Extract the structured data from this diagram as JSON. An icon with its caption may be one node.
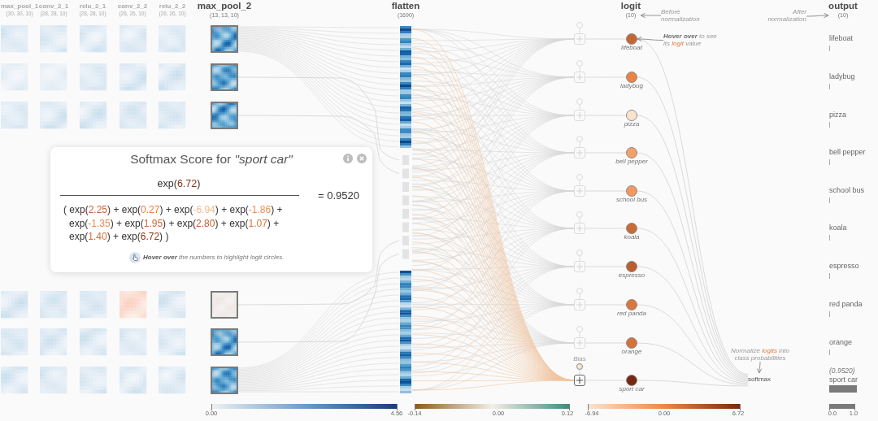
{
  "diagram": {
    "nodes": [
      {
        "text": [],
        "shape": "picture"
      },
      {
        "text": [],
        "shape": "picture"
      },
      {
        "text": [],
        "shape": "picture"
      },
      {
        "text": [],
        "shape": "picture"
      },
      {
        "text": [],
        "shape": "picture"
      },
      {
        "text": [],
        "shape": "picture"
      },
      {
        "text": [],
        "shape": "bar"
      },
      {
        "text": [],
        "shape": "circle"
      },
      {
        "text": [],
        "shape": "circle"
      },
      {
        "text": [],
        "shape": "circle"
      },
      {
        "text": [],
        "shape": "circle"
      },
      {
        "text": [],
        "shape": "circle"
      },
      {
        "text": [],
        "shape": "circle"
      },
      {
        "text": [],
        "shape": "circle"
      },
      {
        "text": [],
        "shape": "circle"
      },
      {
        "text": [],
        "shape": "circle"
      },
      {
        "text": [],
        "shape": "circle",
        "beside": [
          "Bias"
        ]
      },
      {
        "text": [],
        "shape": "box"
      },
      {
        "text": [],
        "shape": "box"
      },
      {
        "text": [],
        "shape": "box"
      },
      {
        "text": [],
        "shape": "box"
      },
      {
        "text": [],
        "shape": "box"
      },
      {
        "text": [],
        "shape": "box"
      },
      {
        "text": [],
        "shape": "box"
      },
      {
        "text": [],
        "shape": "box"
      },
      {
        "text": [],
        "shape": "box"
      },
      {
        "text": [],
        "shape": "box"
      },
      {
        "text": [
          "logit",
          "(10)"
        ]
      },
      {
        "text": [
          "Before normalization"
        ]
      },
      {
        "text": [],
        "shape": "circle",
        "beside": [
          "lifeboat"
        ]
      },
      {
        "text": [],
        "shape": "circle",
        "beside": [
          "ladybug"
        ]
      },
      {
        "text": [],
        "shape": "circle",
        "beside": [
          "pizza"
        ]
      },
      {
        "text": [],
        "shape": "circle",
        "beside": [
          "bell pepper"
        ]
      },
      {
        "text": [],
        "shape": "circle",
        "beside": [
          "school bus"
        ]
      },
      {
        "text": [],
        "shape": "circle",
        "beside": [
          "koala"
        ]
      },
      {
        "text": [],
        "shape": "circle",
        "beside": [
          "espresso"
        ]
      },
      {
        "text": [],
        "shape": "circle",
        "beside": [
          "red panda"
        ]
      },
      {
        "text": [],
        "shape": "circle",
        "beside": [
          "orange"
        ]
      },
      {
        "text": [],
        "shape": "circle",
        "beside": [
          "sport car"
        ]
      },
      {
        "text": [
          "**Hover over** to see its *logit* value"
        ]
      },
      {
        "text": [
          "Normalize *logits* into class probabilities"
        ]
      },
      {
        "text": [
          "softmax"
        ]
      },
      {
        "text": [
          "After normalization"
        ]
      },
      {
        "text": [
          "output",
          "(10)"
        ]
      },
      {
        "text": [
          "Softmax Score for *\"sport car\"*",
          "exp(6.72)",
          "( exp(2.25) + exp(0.27) + exp(-6.94) + exp(-1.86) + exp(-1.35) + exp(1.95) + exp(2.80) + exp(1.07) + exp(1.40) + exp(6.72) )",
          "= 0.9520",
          "**Hover over** the numbers to highlight logit circles."
        ]
      }
    ],
    "edges": [
      {
        "from": 0,
        "to": 6,
        "arrow": "none"
      },
      {
        "from": 1,
        "to": 6,
        "arrow": "none"
      },
      {
        "from": 2,
        "to": 6,
        "arrow": "none"
      },
      {
        "from": 3,
        "to": 6,
        "arrow": "none"
      },
      {
        "from": 4,
        "to": 6,
        "arrow": "none"
      },
      {
        "from": 5,
        "to": 6,
        "arrow": "none"
      },
      {
        "from": 6,
        "to": 17,
        "arrow": "none"
      },
      {
        "from": 6,
        "to": 18,
        "arrow": "none"
      },
      {
        "from": 6,
        "to": 19,
        "arrow": "none"
      },
      {
        "from": 6,
        "to": 20,
        "arrow": "none"
      },
      {
        "from": 6,
        "to": 21,
        "arrow": "none"
      },
      {
        "from": 6,
        "to": 22,
        "arrow": "none"
      },
      {
        "from": 6,
        "to": 23,
        "arrow": "none"
      },
      {
        "from": 6,
        "to": 24,
        "arrow": "none"
      },
      {
        "from": 6,
        "to": 25,
        "arrow": "none"
      },
      {
        "from": 6,
        "to": 26,
        "arrow": "none",
        "color": "#efc49f"
      },
      {
        "from": 7,
        "to": 17,
        "arrow": "none"
      },
      {
        "from": 8,
        "to": 18,
        "arrow": "none"
      },
      {
        "from": 9,
        "to": 19,
        "arrow": "none"
      },
      {
        "from": 10,
        "to": 20,
        "arrow": "none"
      },
      {
        "from": 11,
        "to": 21,
        "arrow": "none"
      },
      {
        "from": 12,
        "to": 22,
        "arrow": "none"
      },
      {
        "from": 13,
        "to": 23,
        "arrow": "none"
      },
      {
        "from": 14,
        "to": 24,
        "arrow": "none"
      },
      {
        "from": 15,
        "to": 25,
        "arrow": "none"
      },
      {
        "from": 16,
        "to": 26,
        "arrow": "none"
      },
      {
        "from": 17,
        "to": 29,
        "arrow": "none"
      },
      {
        "from": 18,
        "to": 30,
        "arrow": "none"
      },
      {
        "from": 19,
        "to": 31,
        "arrow": "none"
      },
      {
        "from": 20,
        "to": 32,
        "arrow": "none"
      },
      {
        "from": 21,
        "to": 33,
        "arrow": "none"
      },
      {
        "from": 22,
        "to": 34,
        "arrow": "none"
      },
      {
        "from": 23,
        "to": 35,
        "arrow": "none"
      },
      {
        "from": 24,
        "to": 36,
        "arrow": "none"
      },
      {
        "from": 25,
        "to": 37,
        "arrow": "none"
      },
      {
        "from": 26,
        "to": 38,
        "arrow": "none"
      },
      {
        "from": 29,
        "to": 41,
        "arrow": "none"
      },
      {
        "from": 30,
        "to": 41,
        "arrow": "none"
      },
      {
        "from": 31,
        "to": 41,
        "arrow": "none"
      },
      {
        "from": 32,
        "to": 41,
        "arrow": "none"
      },
      {
        "from": 33,
        "to": 41,
        "arrow": "none"
      },
      {
        "from": 34,
        "to": 41,
        "arrow": "none"
      },
      {
        "from": 35,
        "to": 41,
        "arrow": "none"
      },
      {
        "from": 36,
        "to": 41,
        "arrow": "none"
      },
      {
        "from": 37,
        "to": 41,
        "arrow": "none"
      },
      {
        "from": 38,
        "to": 41,
        "arrow": "none"
      },
      {
        "from": 28,
        "to": 27,
        "arrow": "to",
        "color": "#888888"
      },
      {
        "from": 39,
        "to": 29,
        "arrow": "to",
        "color": "#888888"
      },
      {
        "from": 40,
        "to": 41,
        "arrow": "to",
        "color": "#888888"
      },
      {
        "from": 42,
        "to": 43,
        "arrow": "to",
        "color": "#888888"
      }
    ],
    "labels": [
      "max_pool_1",
      "(30, 30, 10)",
      "conv_2_1",
      "(28, 28, 10)",
      "relu_2_1",
      "(28, 28, 10)",
      "conv_2_2",
      "(26, 26, 10)",
      "relu_2_2",
      "(26, 26, 10)",
      "max_pool_2",
      "(13, 13, 10)",
      "flatten",
      "(1690)",
      "lifeboat",
      "ladybug",
      "pizza",
      "bell pepper",
      "school bus",
      "koala",
      "espresso",
      "red panda",
      "orange",
      "(0.9520)",
      "sport car",
      "0.00",
      "4.56",
      "-0.14",
      "0.00",
      "0.12",
      "-6.94",
      "0.00",
      "6.72",
      "0.0",
      "1.0"
    ]
  }
}
